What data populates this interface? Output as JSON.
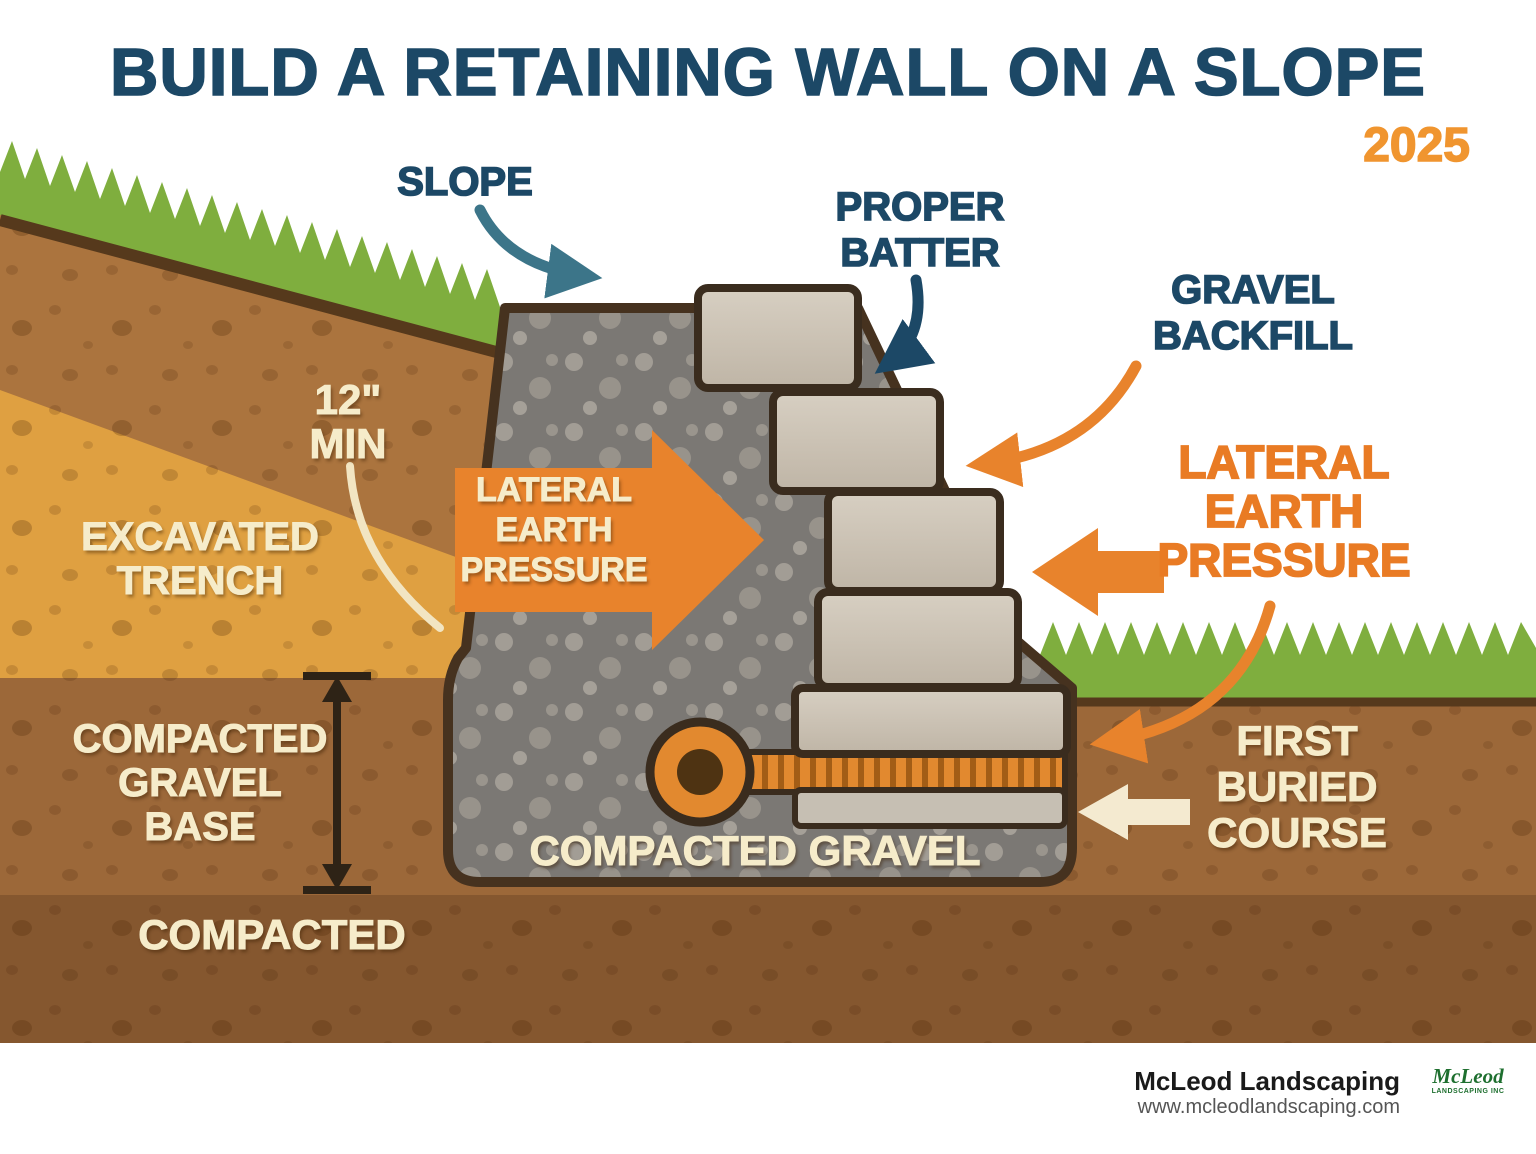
{
  "title": "BUILD A RETAINING WALL ON A SLOPE",
  "year": "2025",
  "labels": {
    "slope": "SLOPE",
    "proper_batter": [
      "PROPER",
      "BATTER"
    ],
    "gravel_backfill": [
      "GRAVEL",
      "BACKFILL"
    ],
    "lateral_pressure_right": [
      "LATERAL",
      "EARTH",
      "PRESSURE"
    ],
    "twelve_min": [
      "12\"",
      "MIN"
    ],
    "excavated_trench": [
      "EXCAVATED",
      "TRENCH"
    ],
    "lateral_pressure_arrow": [
      "LATERAL",
      "EARTH",
      "PRESSURE"
    ],
    "compacted_gravel_base": [
      "COMPACTED",
      "GRAVEL",
      "BASE"
    ],
    "compacted_gravel": "COMPACTED GRAVEL",
    "compacted": "COMPACTED",
    "first_buried_course": [
      "FIRST",
      "BURIED",
      "COURSE"
    ]
  },
  "footer": {
    "company": "McLeod Landscaping",
    "website": "www.mcleodlandscaping.com",
    "logo_line1": "McLeod",
    "logo_line2": "LANDSCAPING INC"
  },
  "colors": {
    "title_blue": "#1c4866",
    "accent_orange": "#e8832c",
    "year_orange": "#f0952f",
    "cream": "#f6ecca",
    "teal_arrow": "#3c7589",
    "grass_green": "#7fae3e",
    "soil_brown": "#ab743e",
    "trench_orange": "#dfa041",
    "subsoil_brown": "#9c6839",
    "deep_soil_brown": "#85572f",
    "gravel_gray": "#7b7874",
    "block_tan": "#cbc2b4",
    "outline_dark": "#3a2c1e",
    "logo_green": "#1e6f2f"
  }
}
